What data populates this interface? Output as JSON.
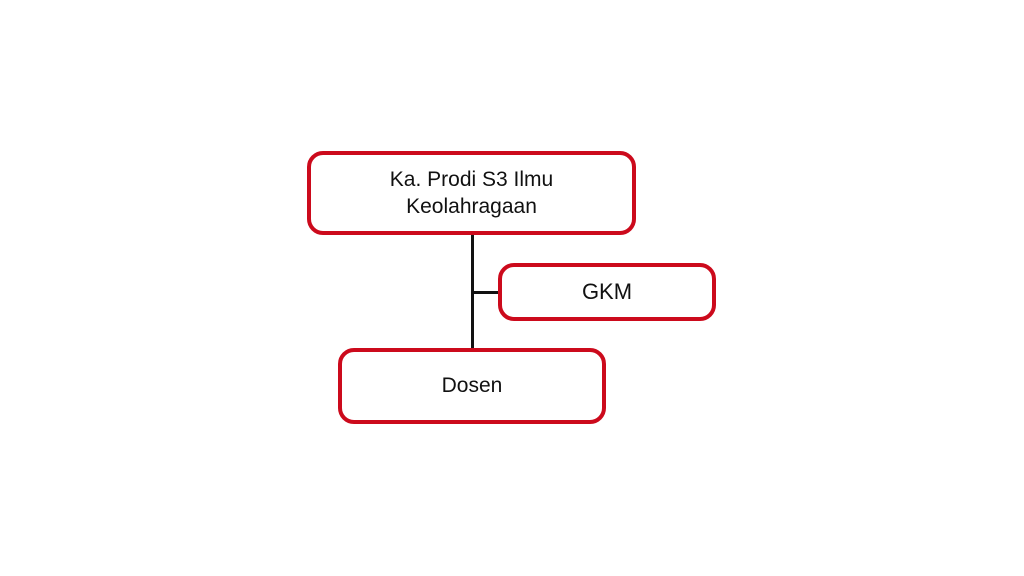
{
  "diagram": {
    "nodes": {
      "head": {
        "label": "Ka. Prodi S3 Ilmu\nKeolahragaan"
      },
      "gkm": {
        "label": "GKM"
      },
      "dosen": {
        "label": "Dosen"
      }
    },
    "edges": [
      {
        "from": "head",
        "to": "dosen",
        "type": "vertical"
      },
      {
        "from": "head-dosen-line",
        "to": "gkm",
        "type": "branch"
      }
    ]
  }
}
